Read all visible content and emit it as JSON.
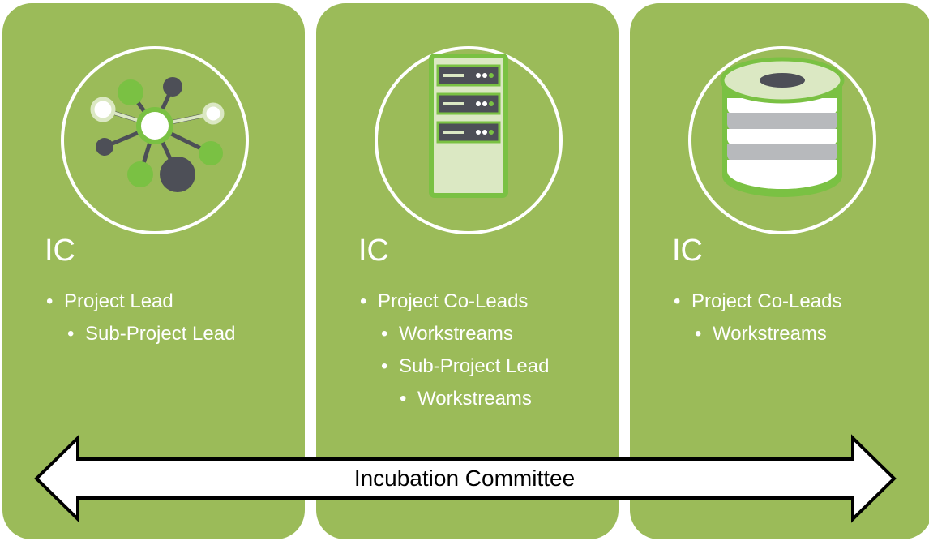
{
  "cards": [
    {
      "heading": "IC",
      "icon": "network-nodes-icon",
      "bullets": [
        "Project Lead",
        "Sub-Project Lead"
      ]
    },
    {
      "heading": "IC",
      "icon": "server-rack-icon",
      "bullets": [
        "Project Co-Leads",
        "Workstreams",
        "Sub-Project Lead",
        "Workstreams"
      ]
    },
    {
      "heading": "IC",
      "icon": "database-stack-icon",
      "bullets": [
        "Project Co-Leads",
        "Workstreams"
      ]
    }
  ],
  "bullet_glyph": "•",
  "arrow_label": "Incubation Committee",
  "colors": {
    "card": "#9bbb59",
    "dark_node": "#4d4f57",
    "light_green": "#7ac143",
    "pale": "#dbe8c3"
  }
}
